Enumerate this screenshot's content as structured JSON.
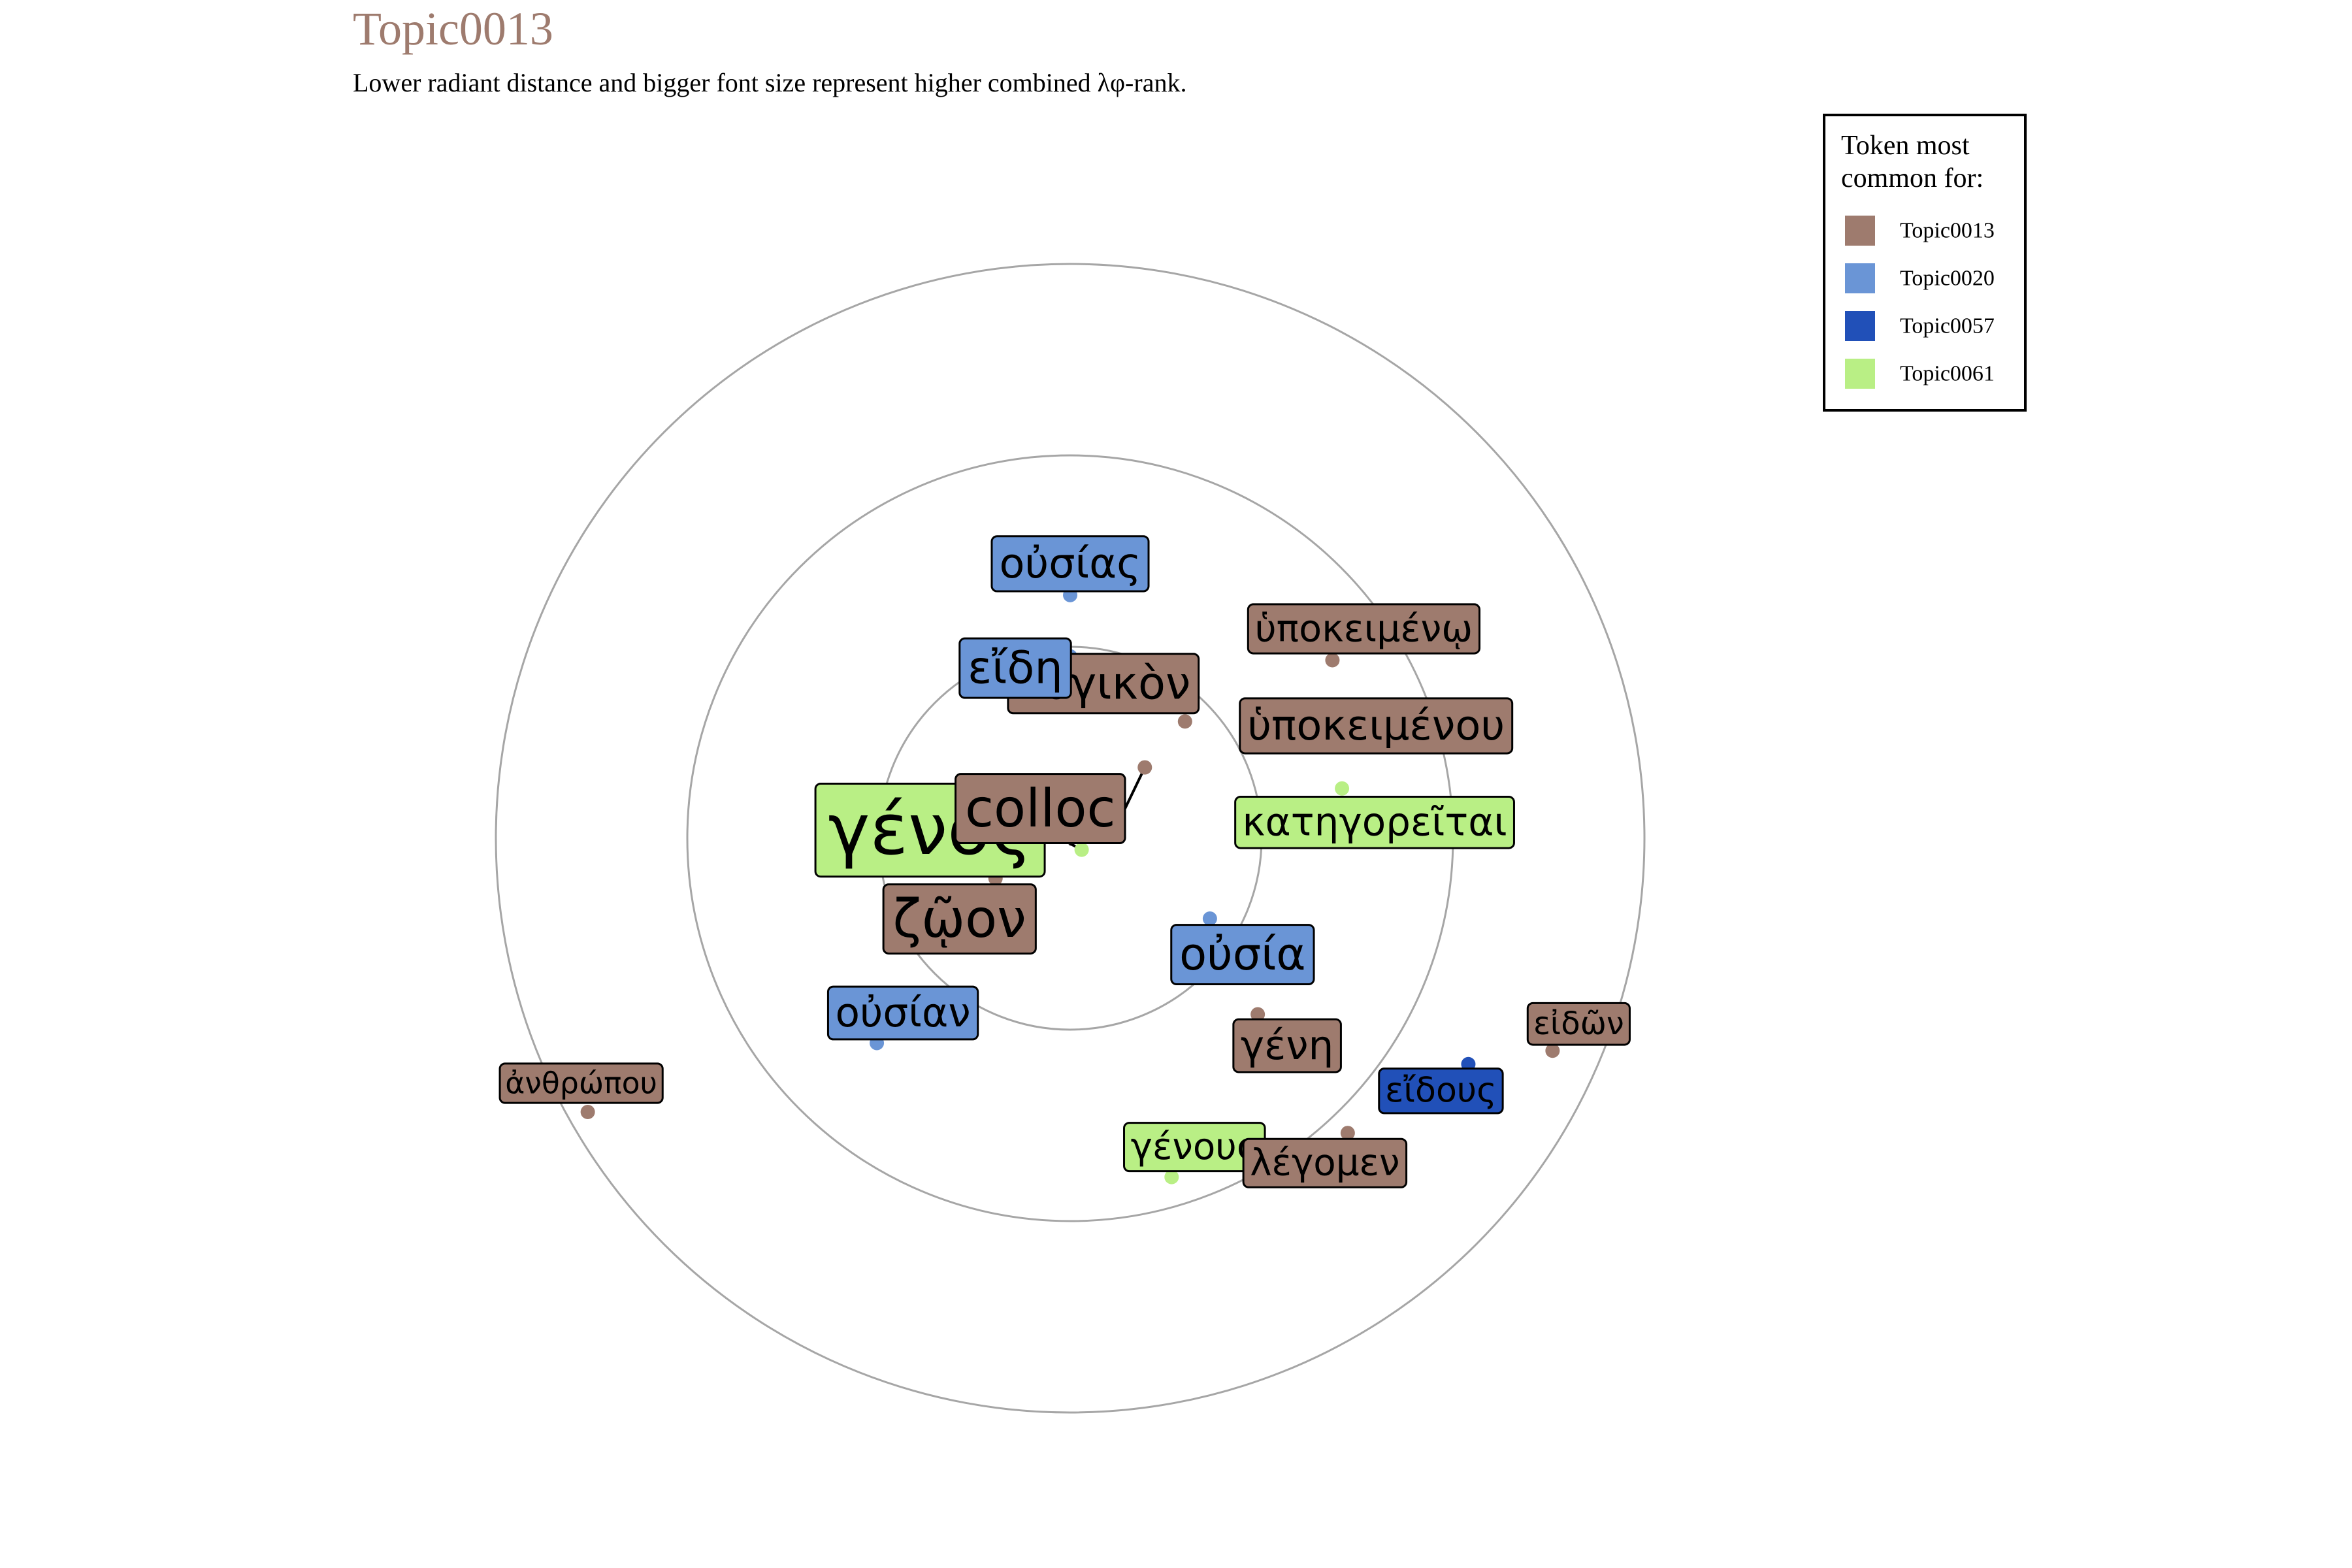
{
  "chart_data": {
    "type": "scatter",
    "title": "Topic0013",
    "subtitle": "Lower radiant distance and bigger font size represent higher combined λφ-rank.",
    "legend": {
      "title_lines": [
        "Token most",
        "common for:"
      ],
      "placement": "right",
      "items": [
        {
          "name": "Topic0013",
          "color": "#9e7b6e"
        },
        {
          "name": "Topic0020",
          "color": "#6a95d6"
        },
        {
          "name": "Topic0057",
          "color": "#2150b8"
        },
        {
          "name": "Topic0061",
          "color": "#b9ef85"
        }
      ]
    },
    "rings": [
      1,
      2,
      3
    ],
    "grid": false,
    "center_marker": true,
    "points": [
      {
        "label": "γένος",
        "topic": "Topic0061",
        "x": 0.06,
        "y": -0.06,
        "size": 1.0
      },
      {
        "label": "colloc",
        "topic": "Topic0013",
        "x": 0.39,
        "y": 0.37,
        "size": 0.66
      },
      {
        "label": "ζῷον",
        "topic": "Topic0013",
        "x": -0.39,
        "y": -0.21,
        "size": 0.66
      },
      {
        "label": "λογικὸν",
        "topic": "Topic0013",
        "x": 0.6,
        "y": 0.61,
        "size": 0.52
      },
      {
        "label": "εἴδη",
        "topic": "Topic0020",
        "x": 0.0,
        "y": 0.95,
        "size": 0.52
      },
      {
        "label": "οὐσία",
        "topic": "Topic0020",
        "x": 0.73,
        "y": -0.42,
        "size": 0.52
      },
      {
        "label": "οὐσίας",
        "topic": "Topic0020",
        "x": 0.0,
        "y": 1.27,
        "size": 0.46
      },
      {
        "label": "ὑποκειμένου",
        "topic": "Topic0013",
        "x": 0.97,
        "y": 0.57,
        "size": 0.46
      },
      {
        "label": "οὐσίαν",
        "topic": "Topic0020",
        "x": -1.01,
        "y": -1.07,
        "size": 0.43
      },
      {
        "label": "γένη",
        "topic": "Topic0013",
        "x": 0.98,
        "y": -0.92,
        "size": 0.43
      },
      {
        "label": "κατηγορεῖται",
        "topic": "Topic0061",
        "x": 1.42,
        "y": 0.26,
        "size": 0.41
      },
      {
        "label": "ὑποκειμένῳ",
        "topic": "Topic0013",
        "x": 1.37,
        "y": 0.93,
        "size": 0.38
      },
      {
        "label": "γένους",
        "topic": "Topic0061",
        "x": 0.53,
        "y": -1.77,
        "size": 0.37
      },
      {
        "label": "λέγομεν",
        "topic": "Topic0013",
        "x": 1.45,
        "y": -1.54,
        "size": 0.37
      },
      {
        "label": "εἴδους",
        "topic": "Topic0057",
        "x": 2.08,
        "y": -1.18,
        "size": 0.32
      },
      {
        "label": "εἰδῶν",
        "topic": "Topic0013",
        "x": 2.52,
        "y": -1.11,
        "size": 0.27
      },
      {
        "label": "ἀνθρώπου",
        "topic": "Topic0013",
        "x": -2.52,
        "y": -1.43,
        "size": 0.24
      }
    ]
  }
}
